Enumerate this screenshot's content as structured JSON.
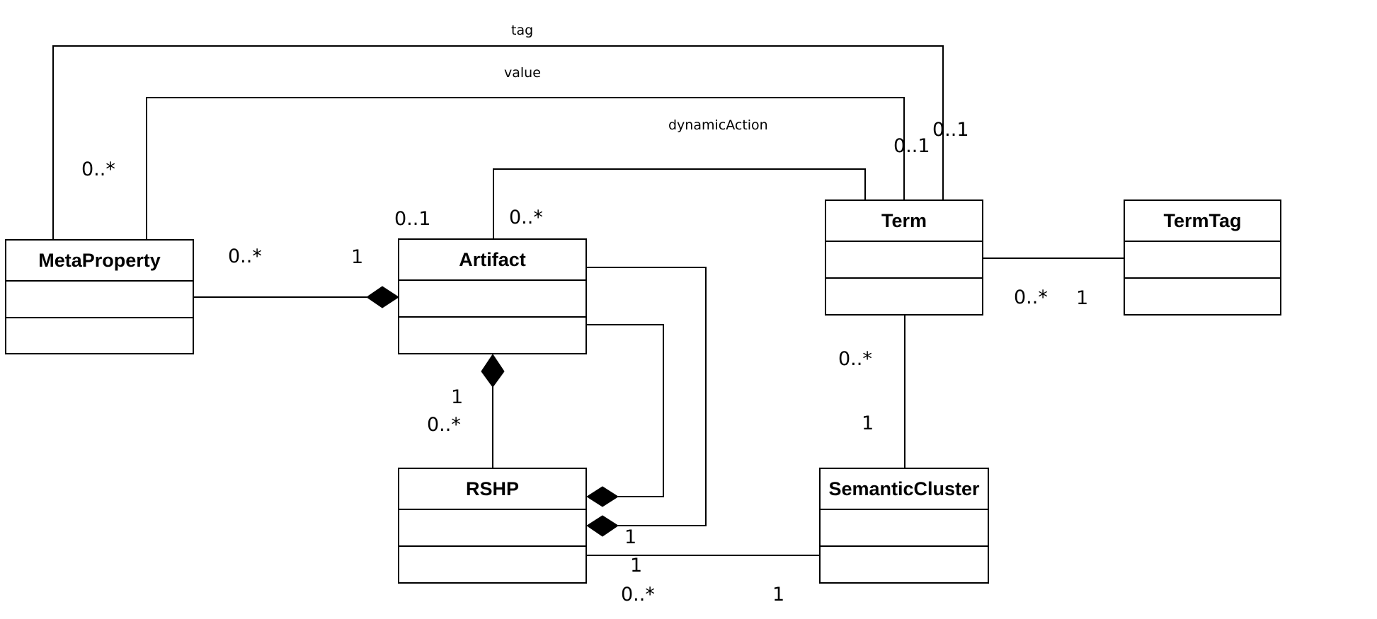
{
  "classes": {
    "metaproperty": "MetaProperty",
    "artifact": "Artifact",
    "term": "Term",
    "termtag": "TermTag",
    "rshp": "RSHP",
    "semanticcluster": "SemanticCluster"
  },
  "associations": {
    "tag": "tag",
    "value": "value",
    "dynamic_action": "dynamicAction"
  },
  "multiplicities": {
    "metaproperty_top": "0..*",
    "term_tag_end": "0..1",
    "term_value_end": "0..1",
    "artifact_dynamic_end": "0..*",
    "artifact_left": "0..1",
    "metaproperty_composition_end": "0..*",
    "artifact_composition_end": "1",
    "term_termtag_end": "0..*",
    "termtag_end": "1",
    "term_cluster_end": "0..*",
    "cluster_term_end": "1",
    "artifact_rshp_top": "1",
    "rshp_artifact_end": "0..*",
    "rshp_loop_end": "1",
    "rshp_cluster_near": "1",
    "rshp_cluster_end": "0..*",
    "cluster_rshp_end": "1"
  }
}
